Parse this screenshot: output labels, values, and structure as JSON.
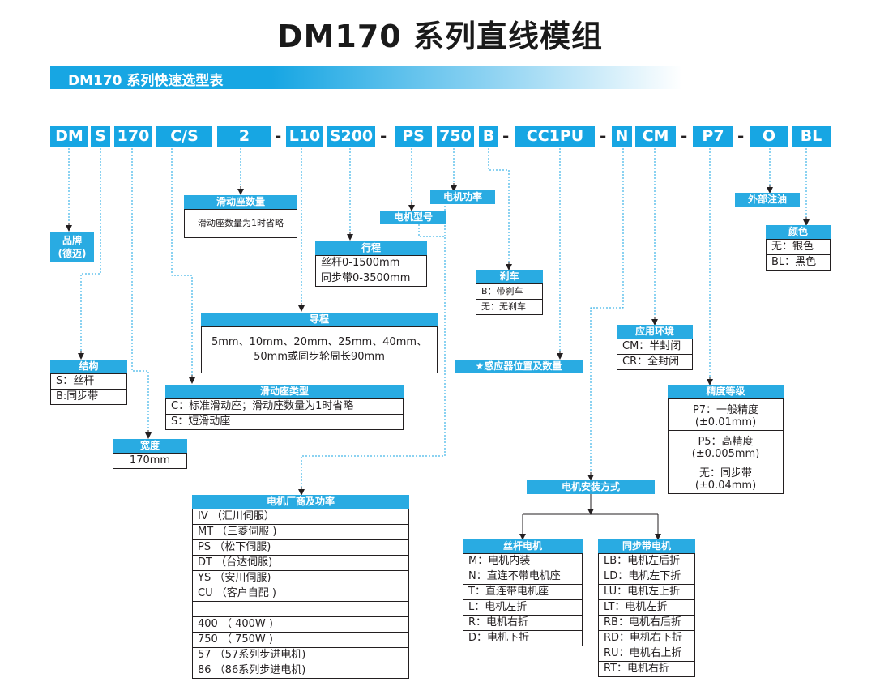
{
  "title": "DM170 系列直线模组",
  "banner": "DM170 系列快速选型表",
  "codes": [
    "DM",
    "S",
    "170",
    "C/S",
    "2",
    "L10",
    "S200",
    "PS",
    "750",
    "B",
    "CC1PU",
    "N",
    "CM",
    "P7",
    "O",
    "BL"
  ],
  "dash": "-",
  "brand": {
    "header": "品牌",
    "sub": "(德迈)"
  },
  "structure": {
    "header": "结构",
    "rows": [
      "S：丝杆",
      "B:同步带"
    ]
  },
  "width": {
    "header": "宽度",
    "rows": [
      "170mm"
    ]
  },
  "slider_type": {
    "header": "滑动座类型",
    "rows": [
      "C：标准滑动座；滑动座数量为1时省略",
      "S：短滑动座"
    ]
  },
  "slider_count": {
    "header": "滑动座数量",
    "rows": [
      "滑动座数量为1时省略"
    ]
  },
  "lead": {
    "header": "导程",
    "rows": [
      "5mm、10mm、20mm、25mm、40mm、",
      "50mm或同步轮周长90mm"
    ]
  },
  "stroke": {
    "header": "行程",
    "rows": [
      "丝杆0-1500mm",
      "同步带0-3500mm"
    ]
  },
  "motor_model": {
    "header": "电机型号"
  },
  "motor_power": {
    "header": "电机功率"
  },
  "brake": {
    "header": "刹车",
    "rows": [
      "B：带刹车",
      "无：无刹车"
    ]
  },
  "sensor": {
    "header": "★感应器位置及数量"
  },
  "motor_vendor": {
    "header": "电机厂商及功率",
    "rows": [
      "IV （汇川伺服）",
      "MT （三菱伺服 )",
      "PS （松下伺服)",
      "DT （台达伺服)",
      "YS （安川伺服)",
      "CU （客户自配 )",
      "",
      "400 （ 400W )",
      "750 （ 750W )",
      "57 （57系列步进电机)",
      "86 （86系列步进电机)"
    ]
  },
  "motor_mount": {
    "header": "电机安装方式"
  },
  "screw_motor": {
    "header": "丝杆电机",
    "rows": [
      "M：电机内装",
      "N：直连不带电机座",
      "T：直连带电机座",
      "L：电机左折",
      "R：电机右折",
      "D：电机下折"
    ]
  },
  "belt_motor": {
    "header": "同步带电机",
    "rows": [
      "LB：电机左后折",
      "LD：电机左下折",
      "LU：电机左上折",
      "LT：电机左折",
      "RB：电机右后折",
      "RD：电机右下折",
      "RU：电机右上折",
      "RT：电机右折"
    ]
  },
  "environment": {
    "header": "应用环境",
    "rows": [
      "CM：半封闭",
      "CR：全封闭"
    ]
  },
  "precision": {
    "header": "精度等级",
    "rows": [
      "P7：一般精度",
      "(±0.01mm)",
      "P5：高精度",
      "(±0.005mm)",
      "无：同步带",
      "(±0.04mm)"
    ]
  },
  "oil": {
    "header": "外部注油"
  },
  "color": {
    "header": "颜色",
    "rows": [
      "无：银色",
      "BL：黑色"
    ]
  },
  "colors": {
    "accent": "#17a6e3",
    "header": "#29abe2"
  }
}
